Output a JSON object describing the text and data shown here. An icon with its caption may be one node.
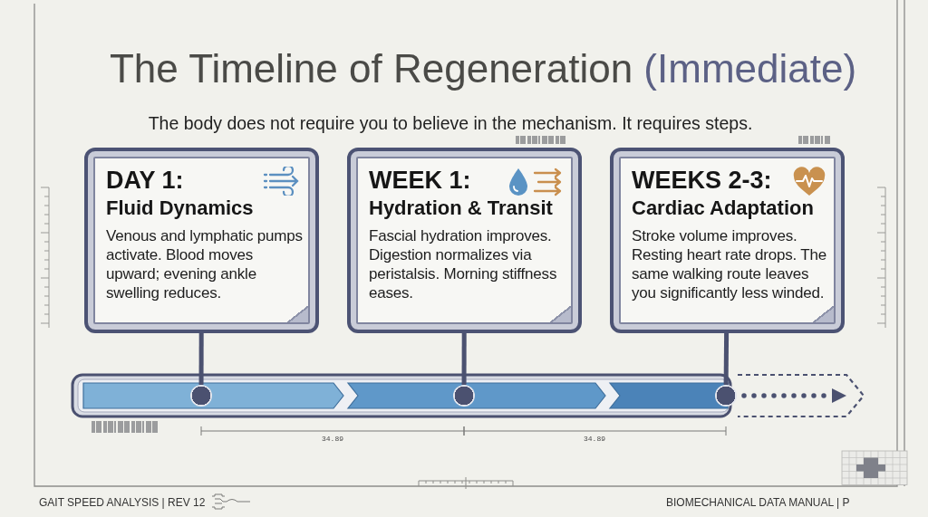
{
  "diagram": {
    "title": "The Timeline of Regeneration (Immediate)",
    "nodes": [
      {
        "text": [
          "DAY 1:",
          "Fluid Dynamics",
          "Venous and lymphatic pumps activate. Blood moves upward; evening ankle swelling reduces."
        ]
      },
      {
        "text": [
          "WEEK 1:",
          "Hydration & Transit",
          "Fascial hydration improves. Digestion normalizes via peristalsis. Morning stiffness eases."
        ]
      },
      {
        "text": [
          "WEEKS 2-3:",
          "Cardiac Adaptation",
          "Stroke volume improves. Resting heart rate drops. The same walking route leaves you significantly less winded."
        ]
      },
      {
        "text": [],
        "shape": "circle"
      },
      {
        "text": [],
        "shape": "circle"
      },
      {
        "text": [],
        "shape": "circle"
      }
    ],
    "edges": [
      {
        "from": 0,
        "to": 3,
        "arrow": "none"
      },
      {
        "from": 1,
        "to": 4,
        "arrow": "none"
      },
      {
        "from": 2,
        "to": 5,
        "arrow": "none"
      },
      {
        "from": 5,
        "to": null,
        "arrow": "to",
        "style": "dashed"
      }
    ],
    "labels": [
      "The body does not require you to believe in the mechanism. It requires steps.",
      "34.89",
      "34.89",
      "GAIT SPEED ANALYSIS | REV 12",
      "BIOMECHANICAL DATA MANUAL | P"
    ]
  }
}
